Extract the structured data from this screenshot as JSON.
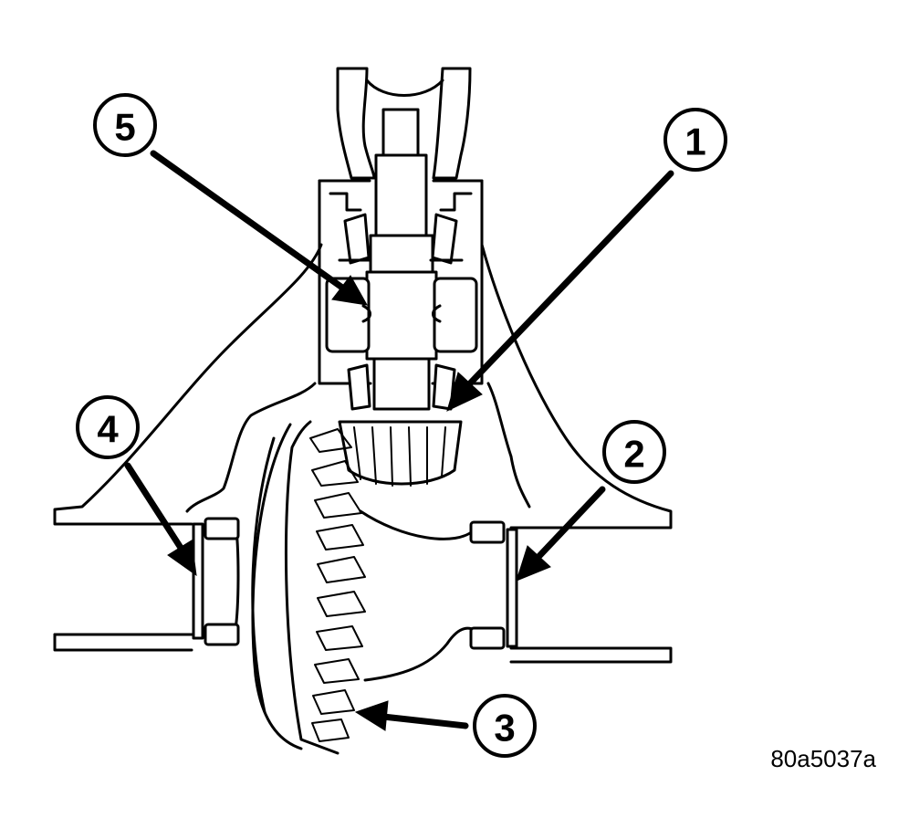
{
  "figure": {
    "id_label": "80a5037a",
    "callouts": [
      {
        "number": "1"
      },
      {
        "number": "2"
      },
      {
        "number": "3"
      },
      {
        "number": "4"
      },
      {
        "number": "5"
      }
    ]
  }
}
